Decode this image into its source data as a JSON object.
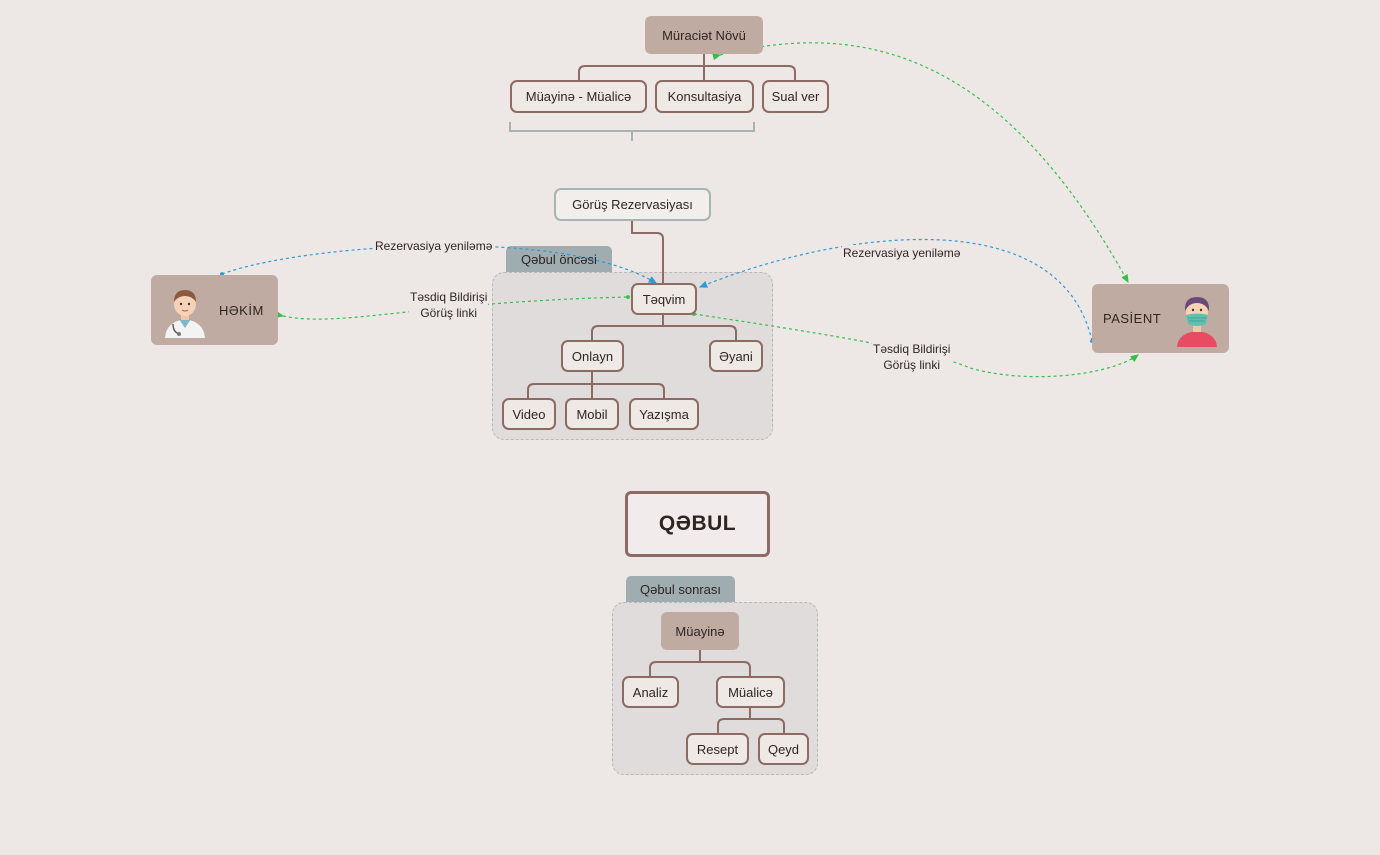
{
  "top": {
    "root": "Müraciət Növü",
    "children": [
      "Müayinə - Müalicə",
      "Konsultasiya",
      "Sual ver"
    ]
  },
  "booking": {
    "title": "Görüş Rezervasiyası"
  },
  "pre": {
    "title": "Qəbul öncəsi",
    "calendar": "Təqvim",
    "online": "Onlayn",
    "inperson": "Əyani",
    "online_children": [
      "Video",
      "Mobil",
      "Yazışma"
    ]
  },
  "main": {
    "title": "QƏBUL"
  },
  "post": {
    "title": "Qəbul sonrası",
    "exam": "Müayinə",
    "analysis": "Analiz",
    "treatment": "Müalicə",
    "treatment_children": [
      "Resept",
      "Qeyd"
    ]
  },
  "actors": {
    "doctor": "HƏKİM",
    "patient": "PASİENT"
  },
  "relations": {
    "doctor_update": "Rezervasiya yeniləmə",
    "doctor_confirm_line1": "Təsdiq Bildirişi",
    "doctor_confirm_line2": "Görüş linki",
    "patient_update": "Rezervasiya yeniləmə",
    "patient_confirm_line1": "Təsdiq Bildirişi",
    "patient_confirm_line2": "Görüş linki"
  },
  "colors": {
    "background": "#ede8e5",
    "node_fill": "#c0aba3",
    "node_border": "#8b6b62",
    "boundary_fill": "#dfdcdb",
    "boundary_title": "#9fadb0",
    "link_blue": "#2a9bd8",
    "link_green": "#33c04a"
  },
  "icons": [
    "doctor-avatar-icon",
    "patient-mask-avatar-icon"
  ]
}
